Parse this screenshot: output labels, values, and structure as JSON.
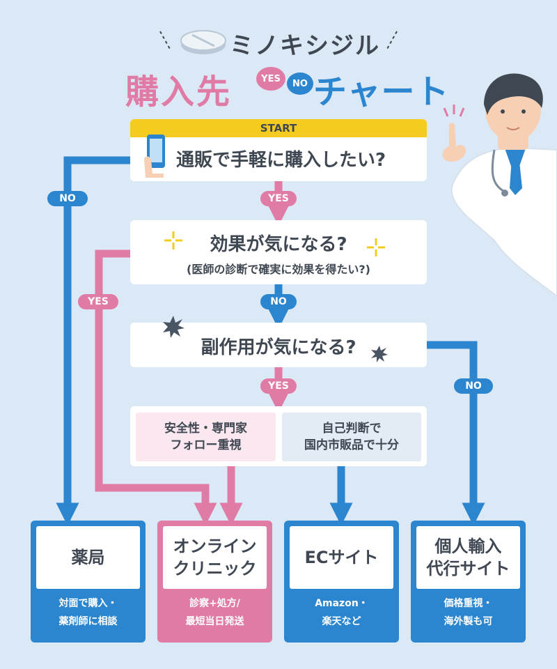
{
  "title": {
    "brand": "ミノキシジル",
    "main_pink": "購入先",
    "main_blue": "チャート",
    "yes_bubble": "YES",
    "no_bubble": "NO"
  },
  "questions": {
    "start_label": "START",
    "q1": "通販で手軽に購入したい?",
    "q2": "効果が気になる?",
    "q2_sub": "(医師の診断で確実に効果を得たい?)",
    "q3": "副作用が気になる?"
  },
  "options": {
    "a_line1": "安全性・専門家",
    "a_line2": "フォロー重視",
    "b_line1": "自己判断で",
    "b_line2": "国内市販品で十分"
  },
  "branch_labels": {
    "q1_no": "NO",
    "q1_yes": "YES",
    "q2_yes": "YES",
    "q2_no": "NO",
    "q3_yes": "YES",
    "q3_no": "NO"
  },
  "results": [
    {
      "title1": "薬局",
      "title2": "",
      "desc1": "対面で購入・",
      "desc2": "薬剤師に相談"
    },
    {
      "title1": "オンライン",
      "title2": "クリニック",
      "desc1": "診察+処方/",
      "desc2": "最短当日発送"
    },
    {
      "title1": "ECサイト",
      "title2": "",
      "desc1": "Amazon・",
      "desc2": "楽天など"
    },
    {
      "title1": "個人輸入",
      "title2": "代行サイト",
      "desc1": "価格重視・",
      "desc2": "海外製も可"
    }
  ],
  "colors": {
    "blue": "#2b86cf",
    "pink": "#e07ba6",
    "yellow": "#f6cb1f",
    "background": "#dbe8f6"
  },
  "icons": [
    "pill-icon",
    "smartphone-icon",
    "sparkle-icon",
    "burst-icon",
    "doctor-illustration"
  ]
}
